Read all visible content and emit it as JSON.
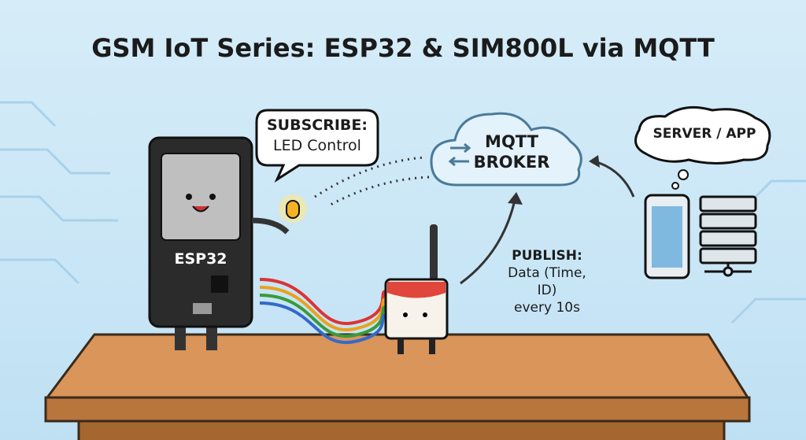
{
  "title": "GSM IoT Series: ESP32 & SIM800L via MQTT",
  "subscribe_bubble": {
    "heading": "SUBSCRIBE:",
    "text": "LED Control"
  },
  "broker": {
    "line1": "MQTT",
    "line2": "BROKER"
  },
  "server_bubble": {
    "text": "SERVER / APP"
  },
  "publish": {
    "heading": "PUBLISH:",
    "line1": "Data (Time, ID)",
    "line2": "every 10s"
  },
  "esp32": {
    "label": "ESP32"
  },
  "colors": {
    "background": "#c9e6f6",
    "board": "#2a2a2a",
    "table": "#c98a4b",
    "cloud_stroke": "#4a7a9a"
  }
}
